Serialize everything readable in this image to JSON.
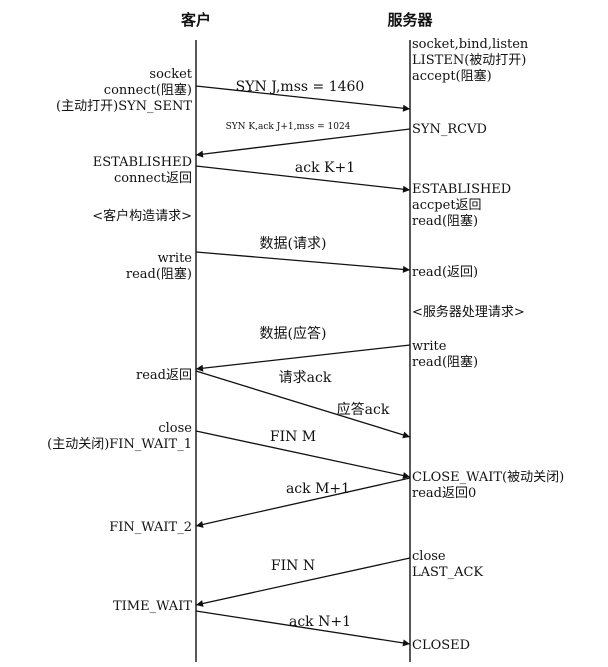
{
  "columns": {
    "client": "客户",
    "server": "服务器"
  },
  "client_labels": [
    "socket",
    "connect(阻塞)",
    "(主动打开)SYN_SENT",
    "ESTABLISHED",
    "connect返回",
    "<客户构造请求>",
    "write",
    "read(阻塞)",
    "read返回",
    "close",
    "(主动关闭)FIN_WAIT_1",
    "FIN_WAIT_2",
    "TIME_WAIT"
  ],
  "server_labels": [
    "socket,bind,listen",
    "LISTEN(被动打开)",
    "accept(阻塞)",
    "SYN_RCVD",
    "ESTABLISHED",
    "accpet返回",
    "read(阻塞)",
    "read(返回)",
    "<服务器处理请求>",
    "write",
    "read(阻塞)",
    "CLOSE_WAIT(被动关闭)",
    "read返回0",
    "close",
    "LAST_ACK",
    "CLOSED"
  ],
  "messages": [
    "SYN J,mss = 1460",
    "SYN K,ack J+1,mss = 1024",
    "ack K+1",
    "数据(请求)",
    "数据(应答)",
    "请求ack",
    "应答ack",
    "FIN M",
    "ack M+1",
    "FIN N",
    "ack N+1"
  ]
}
